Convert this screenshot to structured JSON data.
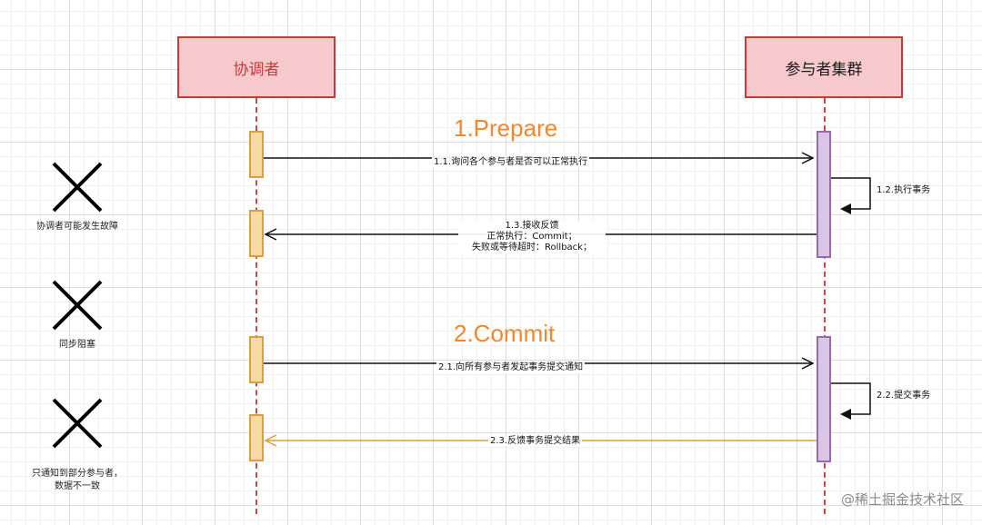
{
  "participants": {
    "coordinator": "协调者",
    "cluster": "参与者集群"
  },
  "phases": {
    "prepare": "1.Prepare",
    "commit": "2.Commit"
  },
  "messages": {
    "m1_1": "1.1.询问各个参与者是否可以正常执行",
    "m1_2": "1.2.执行事务",
    "m1_3": [
      "1.3.接收反馈",
      "正常执行：Commit；",
      "失败或等待超时：Rollback；"
    ],
    "m2_1": "2.1.向所有参与者发起事务提交通知",
    "m2_2": "2.2.提交事务",
    "m2_3": "2.3.反馈事务提交结果"
  },
  "problems": {
    "p1": [
      "协调者可能发生故障"
    ],
    "p2": [
      "同步阻塞"
    ],
    "p3": [
      "只通知到部分参与者，",
      "数据不一致"
    ]
  },
  "watermark": "@稀土掘金技术社区",
  "colors": {
    "participant_fill": "#f6c9cc",
    "participant_border": "#c83a3a",
    "coordinator_text": "#c83a3a",
    "lifeline": "#c44a4a",
    "coordinator_activation": "#fbd9a4",
    "cluster_activation": "#dac6e4",
    "phase_title": "#f2882b",
    "result_arrow": "#d9a13b"
  }
}
